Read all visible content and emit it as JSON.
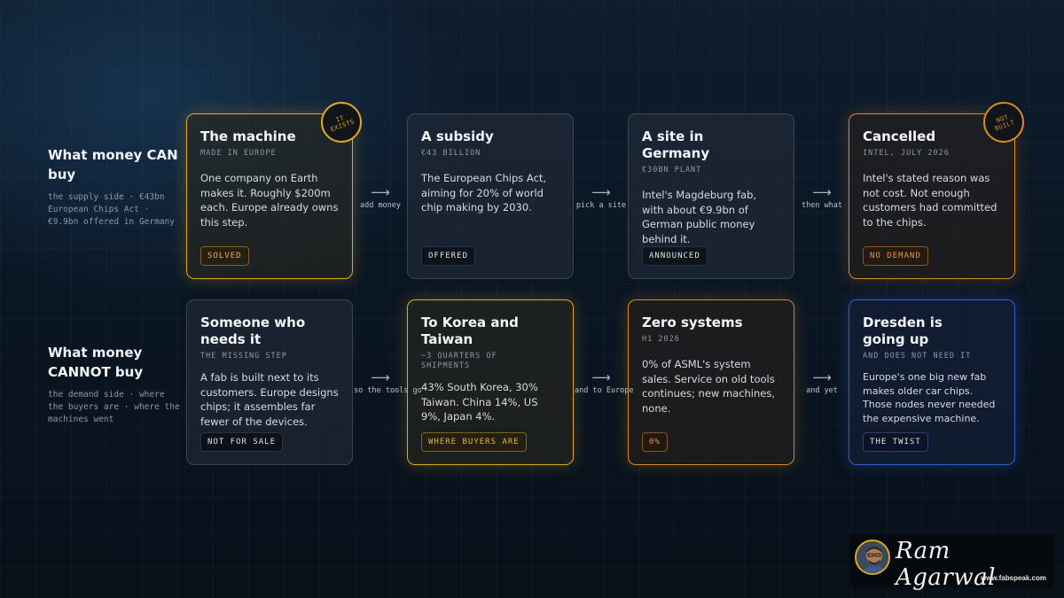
{
  "rows": [
    {
      "title": "What money CAN buy",
      "sub": "the supply side · €43bn European Chips Act · €9.9bn offered in Germany",
      "connectors": [
        "add money",
        "pick a site",
        "then what"
      ],
      "cards": [
        {
          "title": "The machine",
          "meta": "MADE IN EUROPE",
          "body": "One company on Earth makes it. Roughly $200m each. Europe already owns this step.",
          "badge": "SOLVED",
          "stamp": "IT EXISTS"
        },
        {
          "title": "A subsidy",
          "meta": "€43 BILLION",
          "body": "The European Chips Act, aiming for 20% of world chip making by 2030.",
          "badge": "OFFERED"
        },
        {
          "title": "A site in Germany",
          "meta": "€30BN PLANT",
          "body": "Intel's Magdeburg fab, with about €9.9bn of German public money behind it.",
          "badge": "ANNOUNCED"
        },
        {
          "title": "Cancelled",
          "meta": "INTEL, JULY 2026",
          "body": "Intel's stated reason was not cost. Not enough customers had committed to the chips.",
          "badge": "NO DEMAND",
          "stamp": "NOT BUILT"
        }
      ]
    },
    {
      "title": "What money CANNOT buy",
      "sub": "the demand side · where the buyers are · where the machines went",
      "connectors": [
        "so the tools go",
        "and to Europe",
        "and yet"
      ],
      "cards": [
        {
          "title": "Someone who needs it",
          "meta": "THE MISSING STEP",
          "body": "A fab is built next to its customers. Europe designs chips; it assembles far fewer of the devices.",
          "badge": "NOT FOR SALE"
        },
        {
          "title": "To Korea and Taiwan",
          "meta": "~3 QUARTERS OF SHIPMENTS",
          "body": "43% South Korea, 30% Taiwan. China 14%, US 9%, Japan 4%.",
          "badge": "WHERE BUYERS ARE"
        },
        {
          "title": "Zero systems",
          "meta": "H1 2026",
          "body": "0% of ASML's system sales. Service on old tools continues; new machines, none.",
          "badge": "0%"
        },
        {
          "title": "Dresden is going up",
          "meta": "AND DOES NOT NEED IT",
          "body": "Europe's one big new fab makes older car chips. Those nodes never needed the expensive machine.",
          "badge": "THE TWIST"
        }
      ]
    }
  ],
  "signature": {
    "name": "Ram Agarwal",
    "url": "www.fabspeak.com"
  },
  "colors": {
    "gold": "#e0a81c",
    "orange": "#d98a22",
    "blue": "#2f5fc7",
    "background": "#0b1624"
  },
  "icons": {
    "connector": "right-arrow-icon"
  }
}
